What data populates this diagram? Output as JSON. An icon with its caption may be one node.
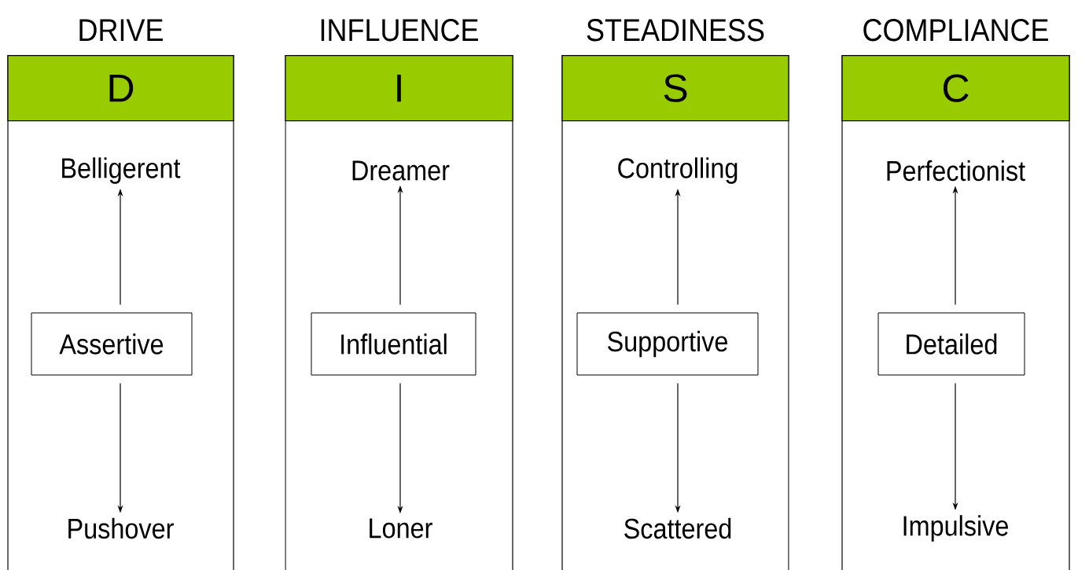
{
  "diagram": {
    "nodes": [
      {
        "text": [
          "DRIVE"
        ]
      },
      {
        "text": [
          "D"
        ],
        "in": 0
      },
      {
        "text": [
          "Belligerent"
        ],
        "in": 0
      },
      {
        "text": [
          "Assertive"
        ],
        "in": 0
      },
      {
        "text": [
          "Pushover"
        ],
        "in": 0
      },
      {
        "text": [
          "INFLUENCE"
        ]
      },
      {
        "text": [
          "I"
        ],
        "in": 5
      },
      {
        "text": [
          "Dreamer"
        ],
        "in": 5
      },
      {
        "text": [
          "Influential"
        ],
        "in": 5
      },
      {
        "text": [
          "Loner"
        ],
        "in": 5
      },
      {
        "text": [
          "STEADINESS"
        ]
      },
      {
        "text": [
          "S"
        ],
        "in": 10
      },
      {
        "text": [
          "Controlling"
        ],
        "in": 10
      },
      {
        "text": [
          "Supportive"
        ],
        "in": 10
      },
      {
        "text": [
          "Scattered"
        ],
        "in": 10
      },
      {
        "text": [
          "COMPLIANCE"
        ]
      },
      {
        "text": [
          "C"
        ],
        "in": 15
      },
      {
        "text": [
          "Perfectionist"
        ],
        "in": 15
      },
      {
        "text": [
          "Detailed"
        ],
        "in": 15
      },
      {
        "text": [
          "Impulsive"
        ],
        "in": 15
      }
    ],
    "edges": [
      {
        "from": 3,
        "to": 2,
        "arrow": "to"
      },
      {
        "from": 3,
        "to": 4,
        "arrow": "to"
      },
      {
        "from": 8,
        "to": 7,
        "arrow": "to"
      },
      {
        "from": 8,
        "to": 9,
        "arrow": "to"
      },
      {
        "from": 13,
        "to": 12,
        "arrow": "to"
      },
      {
        "from": 13,
        "to": 14,
        "arrow": "to"
      },
      {
        "from": 18,
        "to": 17,
        "arrow": "to"
      },
      {
        "from": 18,
        "to": 19,
        "arrow": "to"
      }
    ]
  }
}
